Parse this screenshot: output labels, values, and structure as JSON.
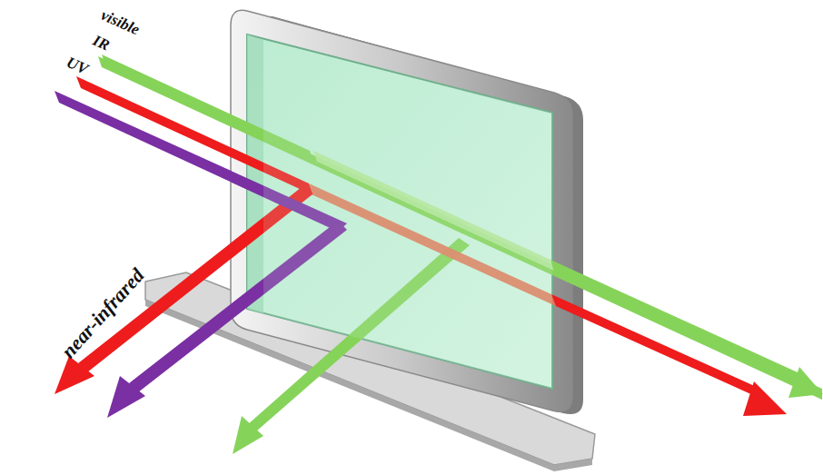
{
  "diagram": {
    "labels": [
      "visible",
      "IR",
      "UV",
      "near-infrared"
    ]
  }
}
